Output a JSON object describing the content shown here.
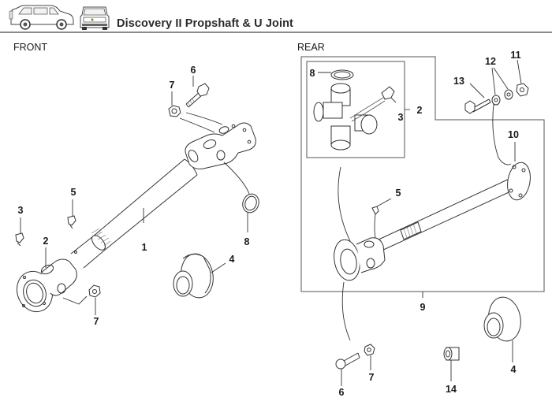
{
  "header": {
    "title": "Discovery II Propshaft & U Joint",
    "icons": [
      "vehicle-side-view-icon",
      "vehicle-front-view-icon"
    ]
  },
  "sections": {
    "front": {
      "label": "FRONT"
    },
    "rear": {
      "label": "REAR"
    }
  },
  "front_callouts": [
    {
      "id": "f6",
      "label": "6",
      "part": "bolt"
    },
    {
      "id": "f7a",
      "label": "7",
      "part": "nut"
    },
    {
      "id": "f3",
      "label": "3",
      "part": "grease nipple"
    },
    {
      "id": "f5",
      "label": "5",
      "part": "grease nipple"
    },
    {
      "id": "f2",
      "label": "2",
      "part": "universal joint"
    },
    {
      "id": "f1",
      "label": "1",
      "part": "front propshaft"
    },
    {
      "id": "f8",
      "label": "8",
      "part": "circlip"
    },
    {
      "id": "f4",
      "label": "4",
      "part": "gaiter"
    },
    {
      "id": "f7b",
      "label": "7",
      "part": "nut"
    }
  ],
  "rear_callouts": [
    {
      "id": "r8",
      "label": "8",
      "part": "circlip"
    },
    {
      "id": "r2",
      "label": "2",
      "part": "universal joint kit"
    },
    {
      "id": "r3",
      "label": "3",
      "part": "grease nipple"
    },
    {
      "id": "r13",
      "label": "13",
      "part": "bolt"
    },
    {
      "id": "r12",
      "label": "12",
      "part": "washers"
    },
    {
      "id": "r11",
      "label": "11",
      "part": "nut"
    },
    {
      "id": "r10",
      "label": "10",
      "part": "flange"
    },
    {
      "id": "r5",
      "label": "5",
      "part": "grease nipple"
    },
    {
      "id": "r9",
      "label": "9",
      "part": "rear propshaft"
    },
    {
      "id": "r6",
      "label": "6",
      "part": "bolt"
    },
    {
      "id": "r7",
      "label": "7",
      "part": "nut"
    },
    {
      "id": "r14",
      "label": "14",
      "part": "spacer"
    },
    {
      "id": "r4",
      "label": "4",
      "part": "gaiter"
    }
  ]
}
